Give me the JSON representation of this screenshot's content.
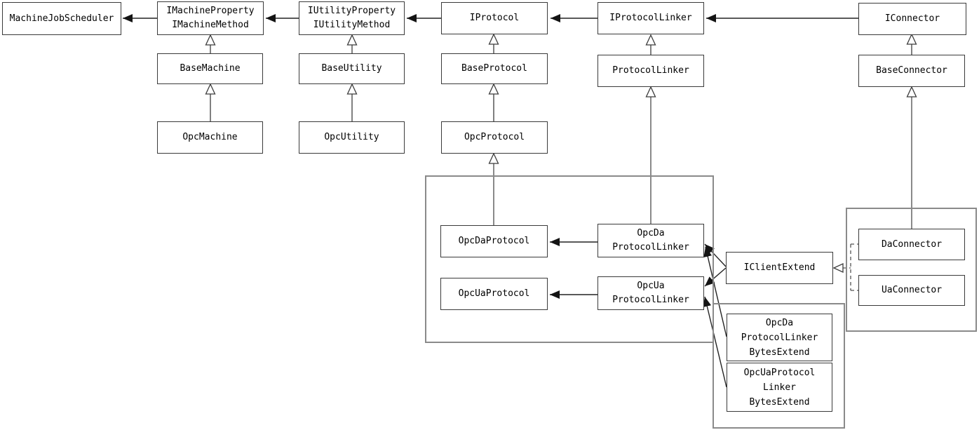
{
  "diagram": {
    "type": "uml-class-diagram",
    "nodes": {
      "machine_job_scheduler": {
        "label": "MachineJobScheduler"
      },
      "i_machine": {
        "label": "IMachineProperty\nIMachineMethod"
      },
      "i_utility": {
        "label": "IUtilityProperty\nIUtilityMethod"
      },
      "i_protocol": {
        "label": "IProtocol"
      },
      "i_protocol_linker": {
        "label": "IProtocolLinker"
      },
      "i_connector": {
        "label": "IConnector"
      },
      "base_machine": {
        "label": "BaseMachine"
      },
      "base_utility": {
        "label": "BaseUtility"
      },
      "base_protocol": {
        "label": "BaseProtocol"
      },
      "protocol_linker": {
        "label": "ProtocolLinker"
      },
      "base_connector": {
        "label": "BaseConnector"
      },
      "opc_machine": {
        "label": "OpcMachine"
      },
      "opc_utility": {
        "label": "OpcUtility"
      },
      "opc_protocol": {
        "label": "OpcProtocol"
      },
      "opc_da_protocol": {
        "label": "OpcDaProtocol"
      },
      "opc_ua_protocol": {
        "label": "OpcUaProtocol"
      },
      "opc_da_protocol_linker": {
        "label": "OpcDa\nProtocolLinker"
      },
      "opc_ua_protocol_linker": {
        "label": "OpcUa\nProtocolLinker"
      },
      "i_client_extend": {
        "label": "IClientExtend"
      },
      "da_connector": {
        "label": "DaConnector"
      },
      "ua_connector": {
        "label": "UaConnector"
      },
      "opc_da_protocol_linker_bytes_extend": {
        "label": "OpcDa\nProtocolLinker\nBytesExtend"
      },
      "opc_ua_protocol_linker_bytes_extend": {
        "label": "OpcUaProtocol\nLinker\nBytesExtend"
      }
    },
    "edges": [
      {
        "from": "i_machine",
        "to": "machine_job_scheduler",
        "type": "association-arrow"
      },
      {
        "from": "i_utility",
        "to": "i_machine",
        "type": "association-arrow"
      },
      {
        "from": "i_protocol",
        "to": "i_utility",
        "type": "association-arrow"
      },
      {
        "from": "i_protocol_linker",
        "to": "i_protocol",
        "type": "association-arrow"
      },
      {
        "from": "i_connector",
        "to": "i_protocol_linker",
        "type": "association-arrow"
      },
      {
        "from": "base_machine",
        "to": "i_machine",
        "type": "generalization"
      },
      {
        "from": "opc_machine",
        "to": "base_machine",
        "type": "generalization"
      },
      {
        "from": "base_utility",
        "to": "i_utility",
        "type": "generalization"
      },
      {
        "from": "opc_utility",
        "to": "base_utility",
        "type": "generalization"
      },
      {
        "from": "base_protocol",
        "to": "i_protocol",
        "type": "generalization"
      },
      {
        "from": "opc_protocol",
        "to": "base_protocol",
        "type": "generalization"
      },
      {
        "from": "opc_da_protocol",
        "to": "opc_protocol",
        "type": "generalization"
      },
      {
        "from": "protocol_linker",
        "to": "i_protocol_linker",
        "type": "generalization"
      },
      {
        "from": "opc_da_protocol_linker",
        "to": "protocol_linker",
        "type": "generalization"
      },
      {
        "from": "base_connector",
        "to": "i_connector",
        "type": "generalization"
      },
      {
        "from": "da_connector",
        "to": "base_connector",
        "type": "generalization"
      },
      {
        "from": "opc_da_protocol_linker",
        "to": "opc_da_protocol",
        "type": "association-arrow"
      },
      {
        "from": "opc_ua_protocol_linker",
        "to": "opc_ua_protocol",
        "type": "association-arrow"
      },
      {
        "from": "i_client_extend",
        "to": "opc_da_protocol_linker",
        "type": "association-arrow"
      },
      {
        "from": "i_client_extend",
        "to": "opc_ua_protocol_linker",
        "type": "association-arrow"
      },
      {
        "from": "opc_da_protocol_linker_bytes_extend",
        "to": "opc_da_protocol_linker",
        "type": "association-arrow"
      },
      {
        "from": "opc_ua_protocol_linker_bytes_extend",
        "to": "opc_ua_protocol_linker",
        "type": "association-arrow"
      },
      {
        "from": "da_connector",
        "to": "i_client_extend",
        "type": "realization-dashed"
      },
      {
        "from": "ua_connector",
        "to": "i_client_extend",
        "type": "realization-dashed"
      }
    ]
  }
}
